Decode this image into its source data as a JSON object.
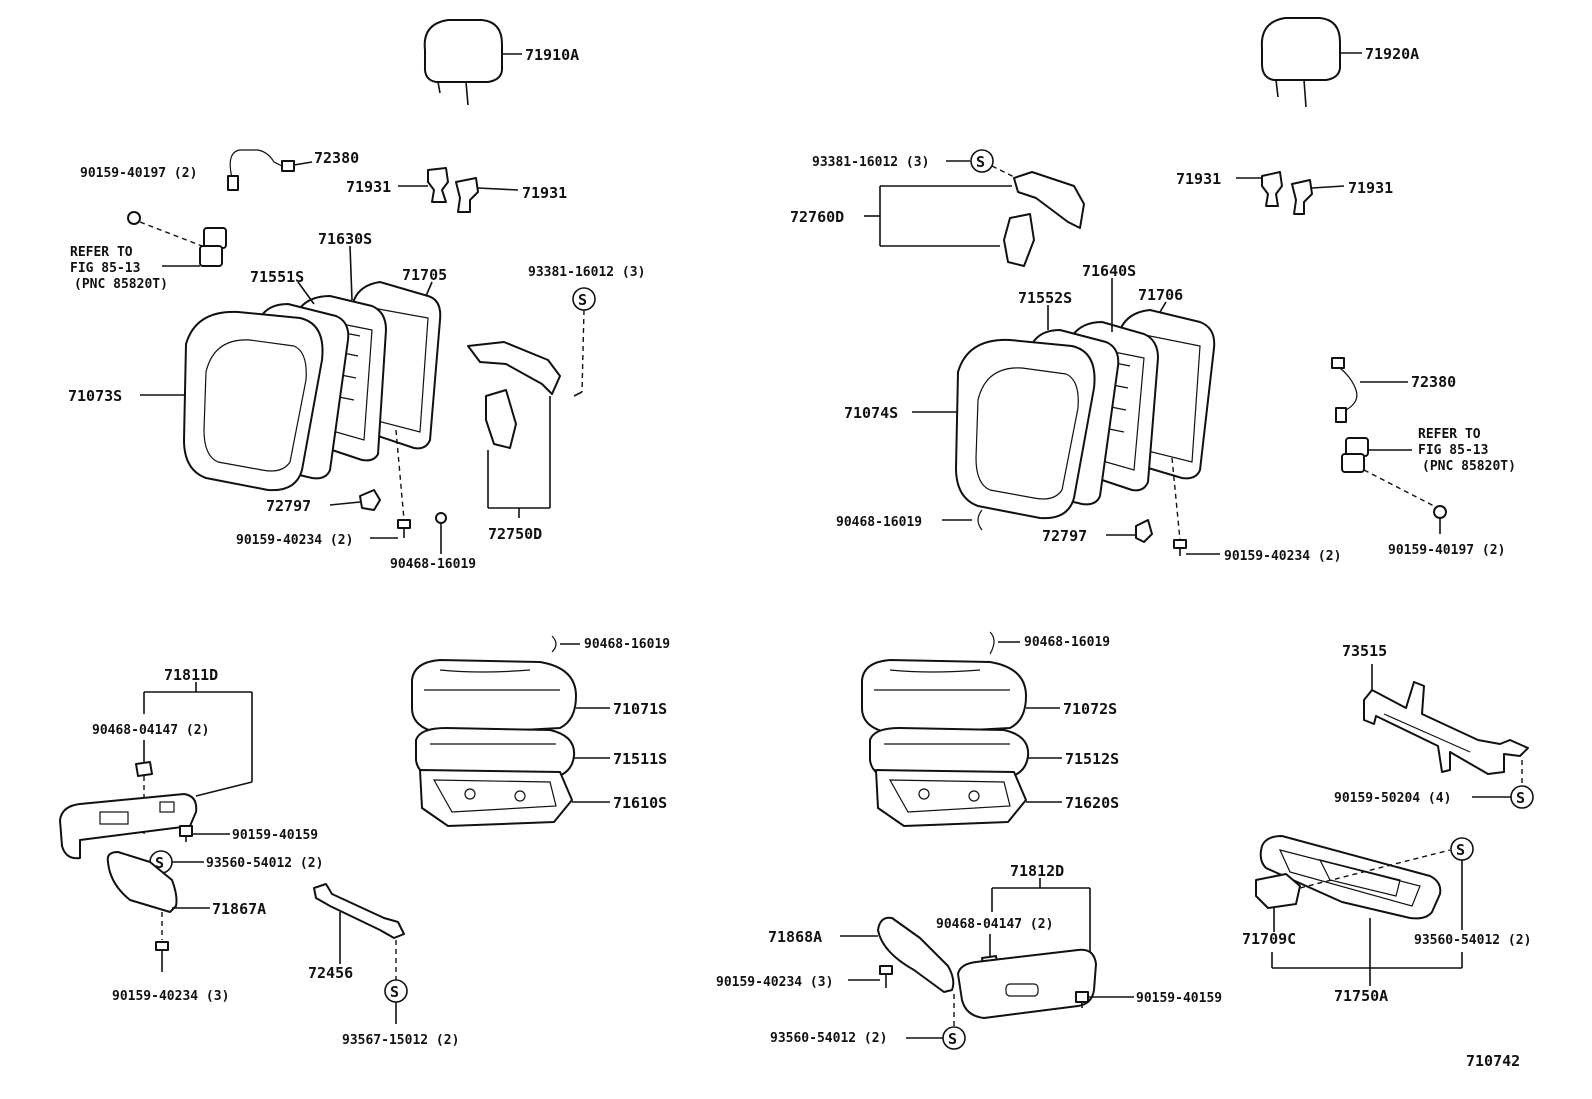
{
  "labels": {
    "l71910A": "71910A",
    "l71920A": "71920A",
    "l72380a": "72380",
    "l90159_40197a": "90159-40197 (2)",
    "l71931a": "71931",
    "l71931b": "71931",
    "l71931c": "71931",
    "l71931d": "71931",
    "refer_a1": "REFER TO",
    "refer_a2": "FIG 85-13",
    "refer_a3": "(PNC 85820T)",
    "l71630S": "71630S",
    "l71551S": "71551S",
    "l71705": "71705",
    "l93381_16012a": "93381-16012 (3)",
    "l71073S": "71073S",
    "l72797a": "72797",
    "l90159_40234a": "90159-40234 (2)",
    "l90468_16019a": "90468-16019",
    "l72750D": "72750D",
    "l93381_16012b": "93381-16012 (3)",
    "l72760D": "72760D",
    "l71640S": "71640S",
    "l71552S": "71552S",
    "l71706": "71706",
    "l71074S": "71074S",
    "l72380b": "72380",
    "refer_b1": "REFER TO",
    "refer_b2": "FIG 85-13",
    "refer_b3": "(PNC 85820T)",
    "l90468_16019b": "90468-16019",
    "l72797b": "72797",
    "l90159_40234b": "90159-40234 (2)",
    "l90159_40197b": "90159-40197 (2)",
    "l90468_16019c": "90468-16019",
    "l71811D": "71811D",
    "l90468_04147a": "90468-04147 (2)",
    "l71071S": "71071S",
    "l71511S": "71511S",
    "l71610S": "71610S",
    "l90159_40159a": "90159-40159",
    "l93560_54012a": "93560-54012 (2)",
    "l71867A": "71867A",
    "l72456": "72456",
    "l90159_40234c": "90159-40234 (3)",
    "l93567_15012": "93567-15012 (2)",
    "l90468_16019d": "90468-16019",
    "l71072S": "71072S",
    "l71512S": "71512S",
    "l71620S": "71620S",
    "l73515": "73515",
    "l90159_50204": "90159-50204 (4)",
    "l71812D": "71812D",
    "l90468_04147b": "90468-04147 (2)",
    "l71868A": "71868A",
    "l90159_40234d": "90159-40234 (3)",
    "l90159_40159b": "90159-40159",
    "l93560_54012b": "93560-54012 (2)",
    "l71709C": "71709C",
    "l93560_54012c": "93560-54012 (2)",
    "l71750A": "71750A",
    "fig_no": "710742"
  },
  "symbols": {
    "s": "S"
  }
}
